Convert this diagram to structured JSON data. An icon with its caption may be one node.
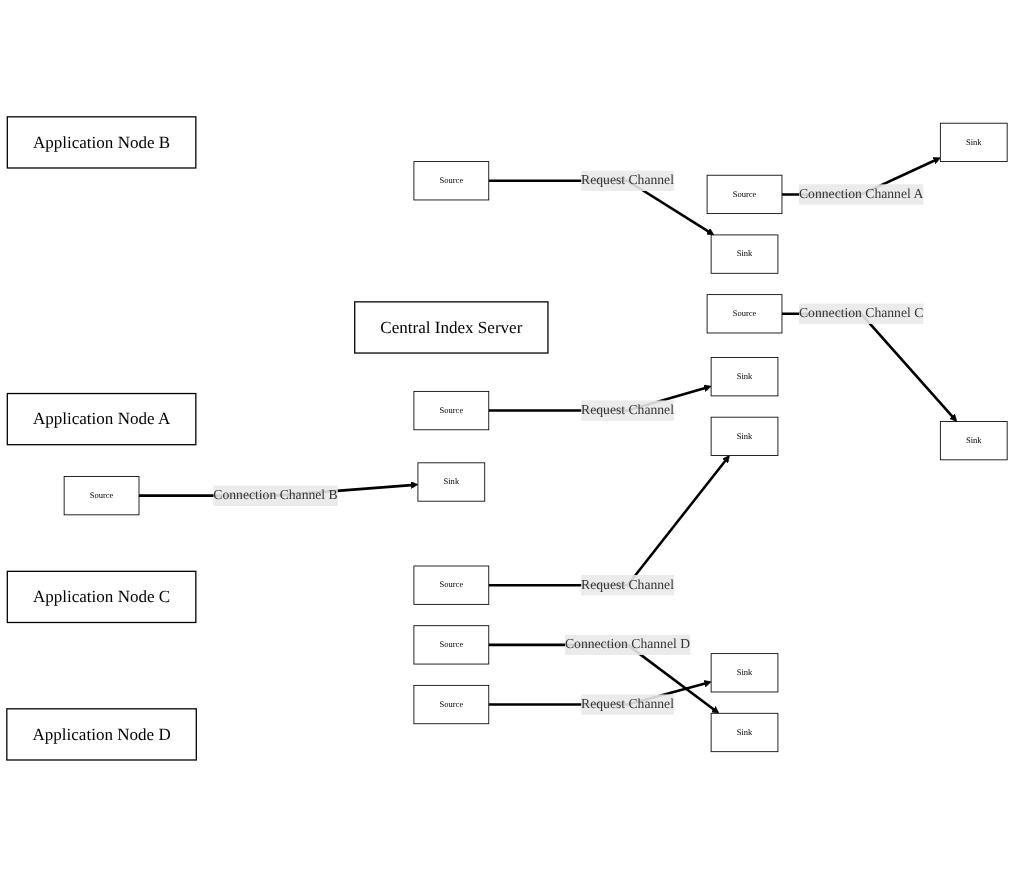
{
  "diagram": {
    "nodes": [
      {
        "text": [
          "Application Node B"
        ]
      },
      {
        "text": [
          "Sink"
        ]
      },
      {
        "text": [
          "Source"
        ]
      },
      {
        "text": [
          "Source"
        ]
      },
      {
        "text": [
          "Sink"
        ]
      },
      {
        "text": [
          "Application Node A"
        ]
      },
      {
        "text": [
          "Source"
        ]
      },
      {
        "text": [
          "Central Index Server"
        ]
      },
      {
        "text": [
          "Sink"
        ]
      },
      {
        "text": [
          "Source"
        ]
      },
      {
        "text": [
          "Sink"
        ]
      },
      {
        "text": [
          "Application Node C"
        ]
      },
      {
        "text": [
          "Sink"
        ]
      },
      {
        "text": [
          "Source"
        ]
      },
      {
        "text": [
          "Sink"
        ]
      },
      {
        "text": [
          "Sink"
        ]
      },
      {
        "text": [
          "Source"
        ]
      },
      {
        "text": [
          "Source"
        ]
      },
      {
        "text": [
          "Source"
        ]
      },
      {
        "text": [
          "Application Node D"
        ]
      },
      {
        "text": [
          "Sink"
        ]
      }
    ],
    "edges": [
      {
        "from": 3,
        "to": 1,
        "arrow": "to",
        "label": "Connection Channel A"
      },
      {
        "from": 2,
        "to": 4,
        "arrow": "to",
        "label": "Request Channel"
      },
      {
        "from": 6,
        "to": 8,
        "arrow": "to",
        "label": "Request Channel"
      },
      {
        "from": 9,
        "to": 10,
        "arrow": "to",
        "label": "Connection Channel C"
      },
      {
        "from": 13,
        "to": 12,
        "arrow": "to",
        "label": "Request Channel"
      },
      {
        "from": 18,
        "to": 14,
        "arrow": "to",
        "label": "Connection Channel B"
      },
      {
        "from": 17,
        "to": 15,
        "arrow": "to",
        "label": "Request Channel"
      },
      {
        "from": 16,
        "to": 20,
        "arrow": "to",
        "label": "Connection Channel D"
      }
    ]
  }
}
